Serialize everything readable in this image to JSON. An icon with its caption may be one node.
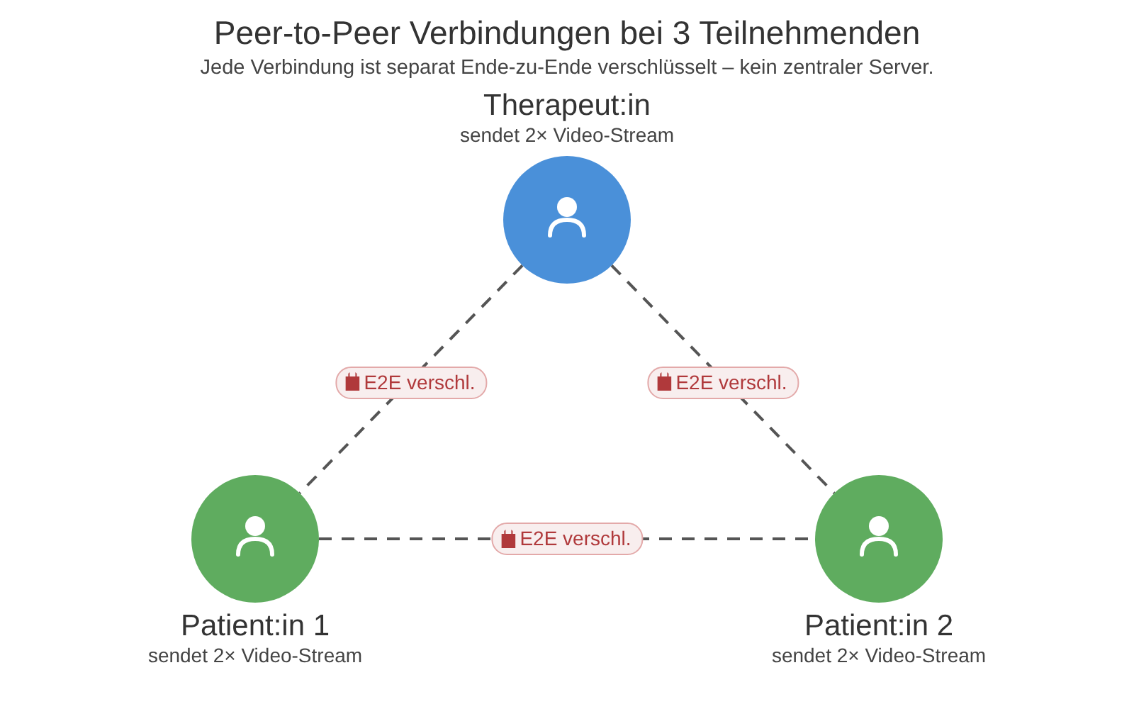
{
  "diagram": {
    "title": "Peer-to-Peer Verbindungen bei 3 Teilnehmenden",
    "caption": "Jede Verbindung ist separat Ende-zu-Ende verschlüsselt – kein zentraler Server.",
    "nodes": [
      {
        "text": [
          "Therapeut:in",
          "sendet 2× Video-Stream"
        ]
      },
      {
        "text": [
          "Patient:in 1",
          "sendet 2× Video-Stream"
        ]
      },
      {
        "text": [
          "Patient:in 2",
          "sendet 2× Video-Stream"
        ]
      }
    ],
    "edges": [
      {
        "from": 0,
        "to": 1,
        "arrow": "none",
        "style": "dashed",
        "label": "E2E verschl."
      },
      {
        "from": 0,
        "to": 2,
        "arrow": "none",
        "style": "dashed",
        "label": "E2E verschl."
      },
      {
        "from": 1,
        "to": 2,
        "arrow": "none",
        "style": "dashed",
        "label": "E2E verschl."
      }
    ]
  }
}
